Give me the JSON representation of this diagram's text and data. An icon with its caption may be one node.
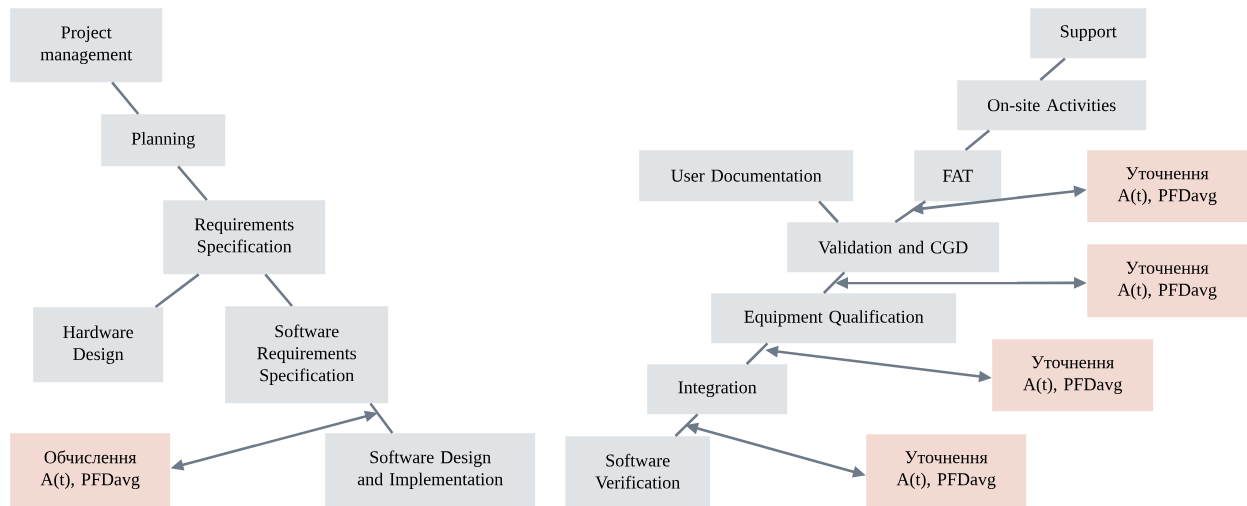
{
  "diagram": {
    "nodes": [
      {
        "text": [
          "Project management"
        ]
      },
      {
        "text": [
          "Planning"
        ]
      },
      {
        "text": [
          "Requirements Specification"
        ]
      },
      {
        "text": [
          "Hardware Design"
        ]
      },
      {
        "text": [
          "Software Requirements Specification"
        ]
      },
      {
        "text": [
          "Обчислення A(t), PFDavg"
        ]
      },
      {
        "text": [
          "Software Design and Implementation"
        ]
      },
      {
        "text": [
          "Support"
        ]
      },
      {
        "text": [
          "On-site Activities"
        ]
      },
      {
        "text": [
          "User Documentation"
        ]
      },
      {
        "text": [
          "FAT"
        ]
      },
      {
        "text": [
          "Уточнення A(t), PFDavg"
        ]
      },
      {
        "text": [
          "Validation and CGD"
        ]
      },
      {
        "text": [
          "Уточнення A(t), PFDavg"
        ]
      },
      {
        "text": [
          "Equipment Qualification"
        ]
      },
      {
        "text": [
          "Уточнення A(t), PFDavg"
        ]
      },
      {
        "text": [
          "Integration"
        ]
      },
      {
        "text": [
          "Software Verification"
        ]
      },
      {
        "text": [
          "Уточнення A(t), PFDavg"
        ]
      }
    ],
    "edges": [
      {
        "from": 0,
        "to": 1,
        "arrow": "none"
      },
      {
        "from": 1,
        "to": 2,
        "arrow": "none"
      },
      {
        "from": 2,
        "to": 3,
        "arrow": "none"
      },
      {
        "from": 2,
        "to": 4,
        "arrow": "none"
      },
      {
        "from": 4,
        "to": 6,
        "arrow": "none"
      },
      {
        "from": 5,
        "to": 4,
        "arrow": "both"
      },
      {
        "from": 7,
        "to": 8,
        "arrow": "none"
      },
      {
        "from": 8,
        "to": 10,
        "arrow": "none"
      },
      {
        "from": 10,
        "to": 12,
        "arrow": "none"
      },
      {
        "from": 9,
        "to": 12,
        "arrow": "none"
      },
      {
        "from": 11,
        "to": 10,
        "arrow": "both"
      },
      {
        "from": 12,
        "to": 14,
        "arrow": "none"
      },
      {
        "from": 13,
        "to": 12,
        "arrow": "both"
      },
      {
        "from": 14,
        "to": 16,
        "arrow": "none"
      },
      {
        "from": 15,
        "to": 14,
        "arrow": "both"
      },
      {
        "from": 16,
        "to": 17,
        "arrow": "none"
      },
      {
        "from": 18,
        "to": 17,
        "arrow": "both"
      }
    ]
  }
}
